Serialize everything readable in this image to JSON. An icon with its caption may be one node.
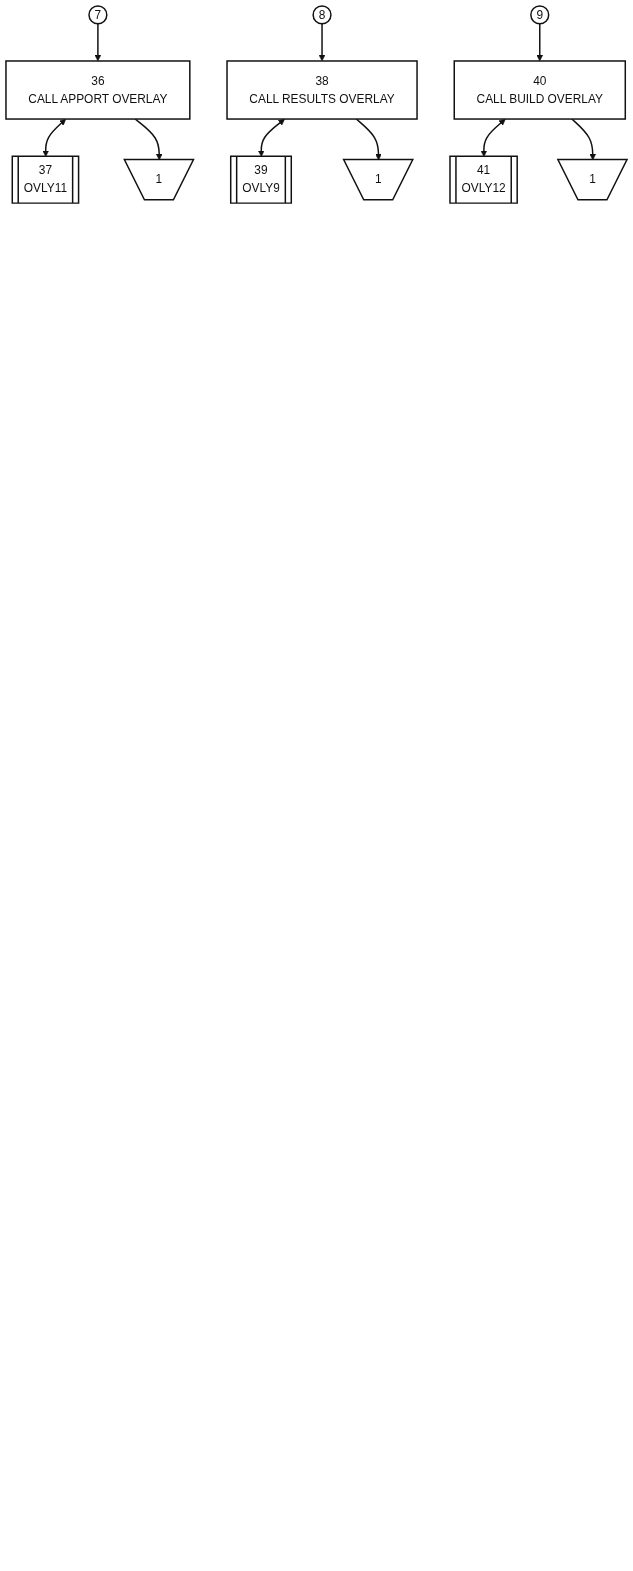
{
  "diagram": {
    "nodes": [
      {
        "text": [
          "7"
        ]
      },
      {
        "text": [
          "36",
          "CALL APPORT OVERLAY"
        ]
      },
      {
        "text": [
          "37",
          "OVLY11"
        ]
      },
      {
        "text": [
          "1"
        ]
      },
      {
        "text": [
          "8"
        ]
      },
      {
        "text": [
          "38",
          "CALL RESULTS OVERLAY"
        ]
      },
      {
        "text": [
          "39",
          "OVLY9"
        ]
      },
      {
        "text": [
          "1"
        ]
      },
      {
        "text": [
          "9"
        ]
      },
      {
        "text": [
          "40",
          "CALL BUILD OVERLAY"
        ]
      },
      {
        "text": [
          "41",
          "OVLY12"
        ]
      },
      {
        "text": [
          "1"
        ]
      }
    ],
    "edges": [
      {
        "from": 0,
        "to": 1,
        "arrow": "to"
      },
      {
        "from": 1,
        "to": 2,
        "arrow": "both"
      },
      {
        "from": 1,
        "to": 3,
        "arrow": "to"
      },
      {
        "from": 4,
        "to": 5,
        "arrow": "to"
      },
      {
        "from": 5,
        "to": 6,
        "arrow": "both"
      },
      {
        "from": 5,
        "to": 7,
        "arrow": "to"
      },
      {
        "from": 8,
        "to": 9,
        "arrow": "to"
      },
      {
        "from": 9,
        "to": 10,
        "arrow": "both"
      },
      {
        "from": 9,
        "to": 11,
        "arrow": "to"
      }
    ]
  }
}
